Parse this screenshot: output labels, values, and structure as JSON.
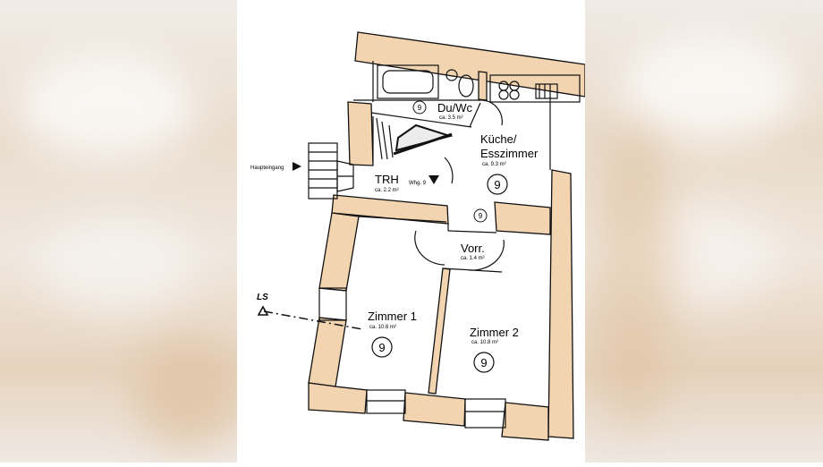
{
  "rooms": {
    "du_wc": {
      "name": "Du/Wc",
      "area": "ca. 3.5 m²",
      "unit": "9"
    },
    "kueche": {
      "name_line1": "Küche/",
      "name_line2": "Esszimmer",
      "area": "ca. 9.3 m²",
      "unit": "9"
    },
    "trh": {
      "name": "TRH",
      "area": "ca. 2.2 m²"
    },
    "vorr": {
      "name": "Vorr.",
      "area": "ca. 1.4 m²",
      "unit": "9"
    },
    "zimmer1": {
      "name": "Zimmer 1",
      "area": "ca. 10.6 m²",
      "unit": "9"
    },
    "zimmer2": {
      "name": "Zimmer 2",
      "area": "ca. 10.8 m²",
      "unit": "9"
    }
  },
  "labels": {
    "apartment": "Whg. 9",
    "entrance": "Haupteingang",
    "section_marker": "LS"
  },
  "colors": {
    "wall": "#f2d4b0",
    "line": "#111111",
    "background": "#ffffff"
  }
}
